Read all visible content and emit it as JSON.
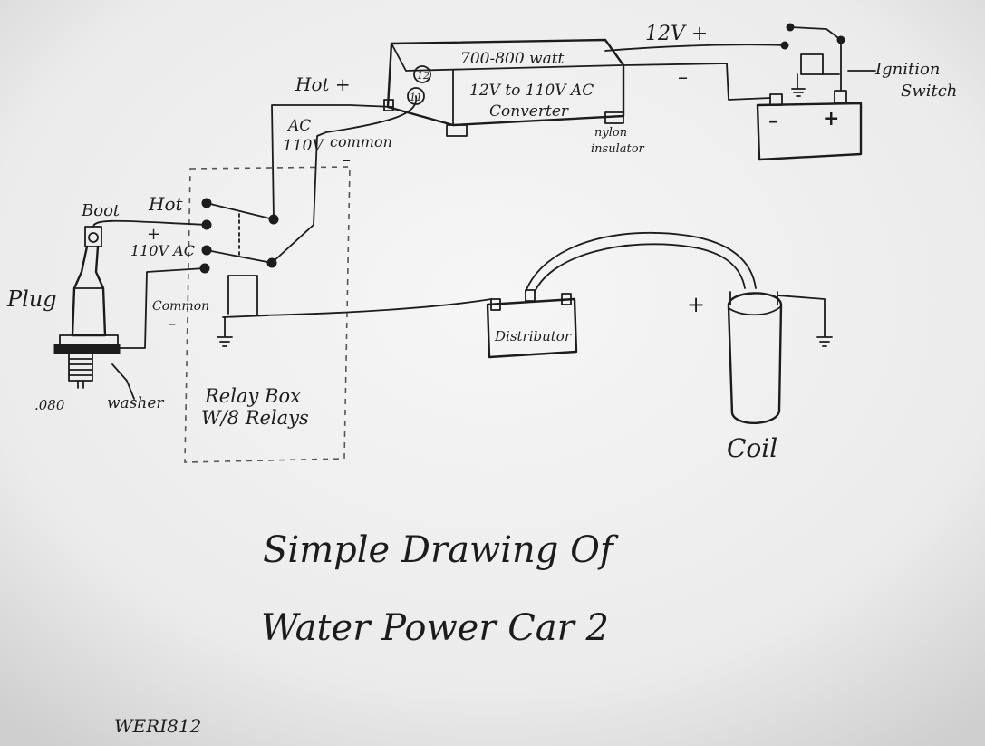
{
  "diagram": {
    "title_line1": "Simple Drawing Of",
    "title_line2": "Water Power Car 2",
    "code": "WERI812",
    "converter": {
      "watt": "700-800 watt",
      "desc_line1": "12V to 110V AC",
      "desc_line2": "Converter",
      "insulator_line1": "nylon",
      "insulator_line2": "insulator",
      "terminal_a": "12",
      "terminal_b": "11"
    },
    "labels": {
      "v12_plus": "12V +",
      "ignition_line1": "Ignition",
      "ignition_line2": "Switch",
      "minus": "–",
      "battery_minus": "–",
      "battery_plus": "+",
      "hot_plus_top": "Hot +",
      "ac_line1": "AC",
      "ac_line2": "110V",
      "common_top": "common",
      "common_top_minus": "–",
      "boot": "Boot",
      "hot": "Hot",
      "plus_sign": "+",
      "v110_ac": "110V AC",
      "plug": "Plug",
      "common_left": "Common",
      "common_left_minus": "–",
      "gap": ".080",
      "washer": "washer",
      "relay_line1": "Relay Box",
      "relay_line2": "W/8 Relays",
      "distributor": "Distributor",
      "coil_plus": "+",
      "coil": "Coil"
    }
  }
}
